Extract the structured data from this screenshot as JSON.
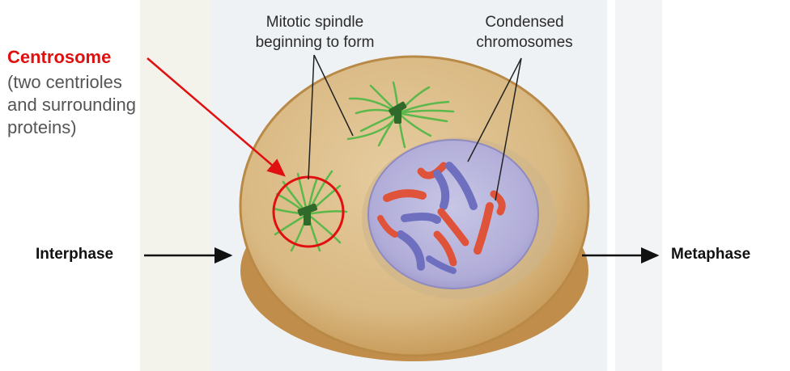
{
  "labels": {
    "spindle": [
      "Mitotic spindle",
      "beginning to form"
    ],
    "chromosomes": [
      "Condensed",
      "chromosomes"
    ],
    "centrosome_title": "Centrosome",
    "centrosome_desc": [
      "(two centrioles",
      "and surrounding",
      "proteins)"
    ],
    "interphase": "Interphase",
    "metaphase": "Metaphase"
  },
  "colors": {
    "highlight": "#e01010",
    "cytoplasm": "#d8b98a",
    "cell_rim": "#c99a55",
    "nucleus": "#b7b4dc",
    "spindle": "#5bb84a",
    "chromosome_red": "#e0533b",
    "chromosome_blue": "#6f6fbf"
  }
}
